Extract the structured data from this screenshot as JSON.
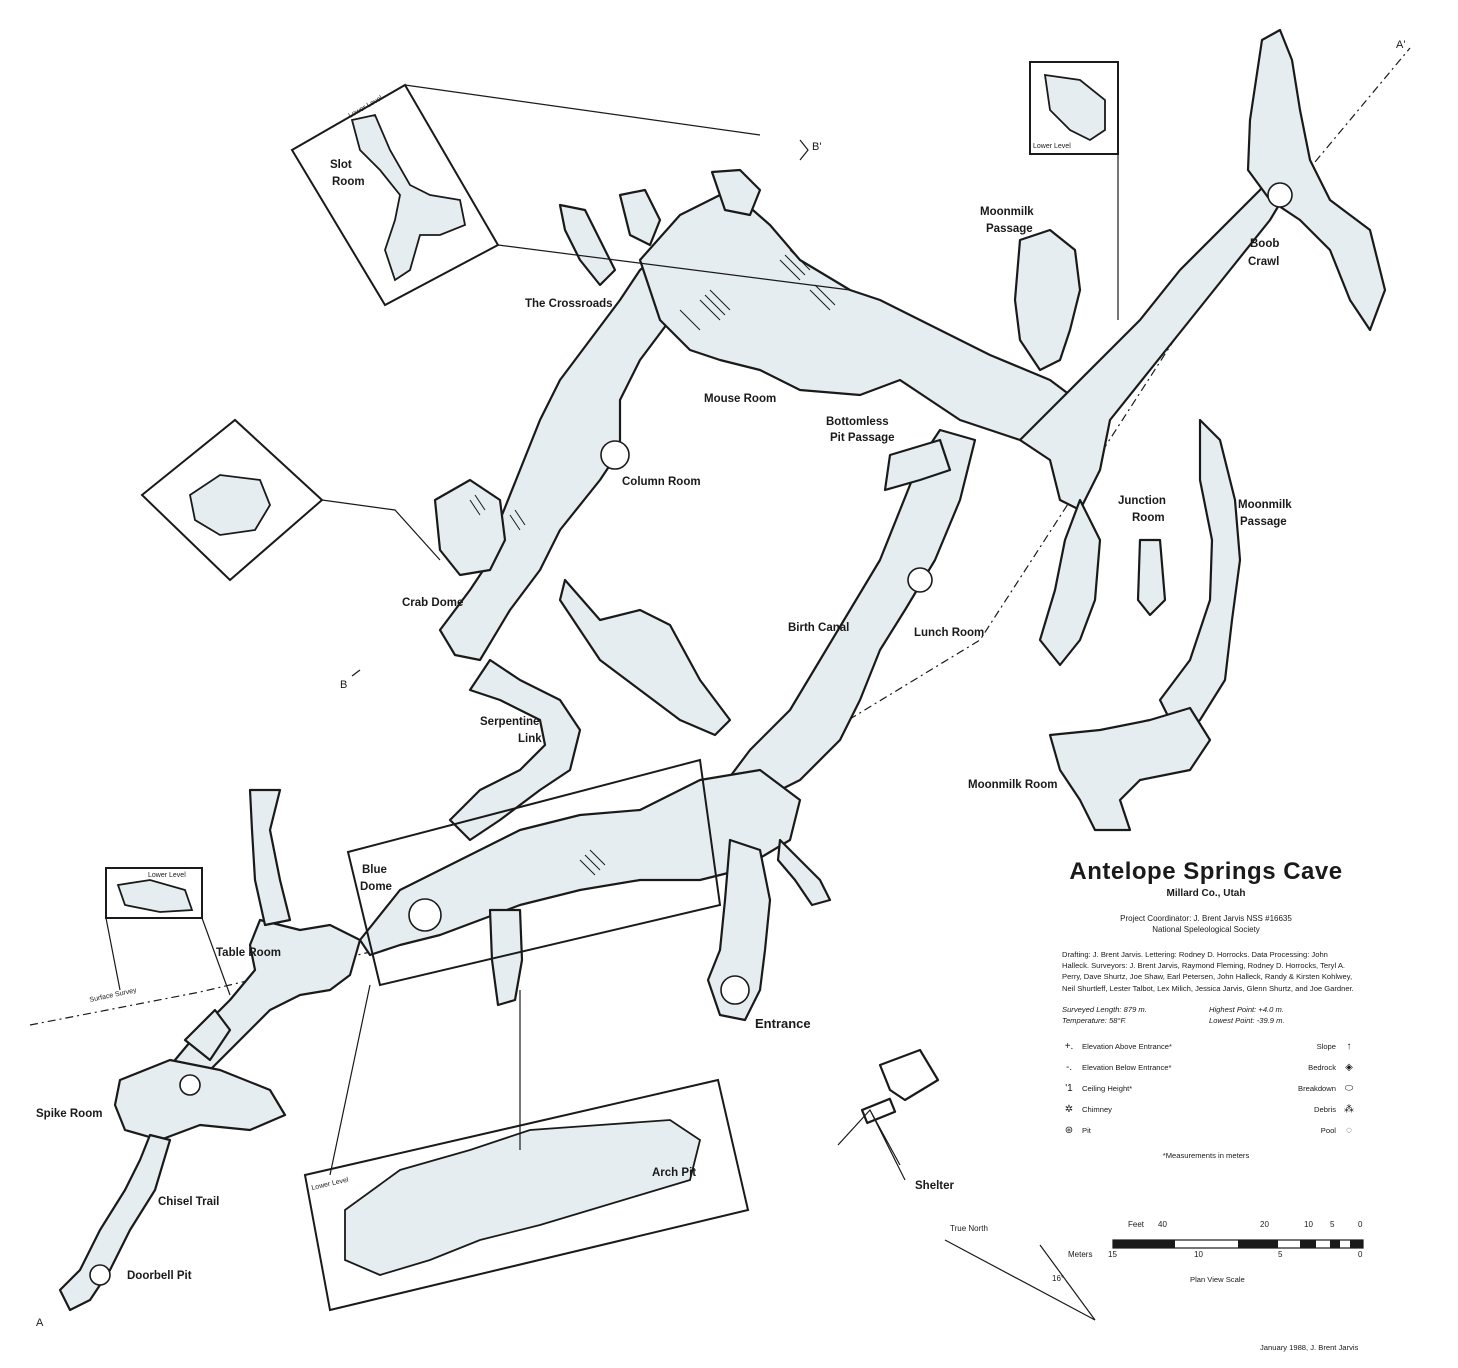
{
  "title": "Antelope Springs Cave",
  "subtitle": "Millard Co., Utah",
  "coordinator": "Project Coordinator: J. Brent Jarvis  NSS  #16635",
  "society": "National Speleological Society",
  "credits": "Drafting: J. Brent Jarvis. Lettering: Rodney D. Horrocks. Data Processing: John Halleck. Surveyors: J. Brent Jarvis, Raymond Fleming, Rodney D. Horrocks, Teryl A. Perry, Dave Shurtz, Joe Shaw, Earl Petersen, John Halleck, Randy & Kirsten Kohlwey, Neil Shurtleff, Lester Talbot, Lex Milich, Jessica Jarvis, Glenn Shurtz, and Joe Gardner.",
  "stats": {
    "length": "Surveyed Length: 879 m.",
    "high": "Highest Point: +4.0 m.",
    "temp": "Temperature: 58°F.",
    "low": "Lowest Point: -39.9 m."
  },
  "legend": {
    "elev_above": "Elevation Above Entrance*",
    "elev_below": "Elevation Below Entrance*",
    "ceiling": "Ceiling Height*",
    "chimney": "Chimney",
    "pit": "Pit",
    "slope": "Slope",
    "bedrock": "Bedrock",
    "breakdown": "Breakdown",
    "debris": "Debris",
    "pool": "Pool",
    "sym_above": "+.",
    "sym_below": "-.",
    "sym_ceiling": "'1",
    "sym_chimney": "✲",
    "sym_pit": "⊛",
    "sym_slope": "↑",
    "sym_bedrock": "◈",
    "sym_breakdown": "⬭",
    "sym_debris": "⁂",
    "sym_pool": "◌"
  },
  "measure_note": "*Measurements in meters",
  "scale": {
    "feet_label": "Feet",
    "feet": [
      "40",
      "20",
      "10",
      "5",
      "0"
    ],
    "meters_label": "Meters",
    "meters": [
      "15",
      "10",
      "5",
      "0"
    ],
    "caption": "Plan View Scale"
  },
  "north": {
    "label": "True North",
    "declination": "16°"
  },
  "date": "January 1988, J. Brent Jarvis",
  "map_labels": {
    "slot_room_1": "Slot",
    "slot_room_2": "Room",
    "moonmilk_passage_top_1": "Moonmilk",
    "moonmilk_passage_top_2": "Passage",
    "boob_crawl_1": "Boob",
    "boob_crawl_2": "Crawl",
    "crossroads": "The Crossroads",
    "mouse_room": "Mouse Room",
    "bottomless_1": "Bottomless",
    "bottomless_2": "Pit Passage",
    "column_room": "Column Room",
    "junction_1": "Junction",
    "junction_2": "Room",
    "moonmilk_passage_right_1": "Moonmilk",
    "moonmilk_passage_right_2": "Passage",
    "crab_dome": "Crab Dome",
    "birth_canal": "Birth Canal",
    "lunch_room": "Lunch Room",
    "serpentine_1": "Serpentine",
    "serpentine_2": "Link",
    "moonmilk_room": "Moonmilk Room",
    "blue_dome_1": "Blue",
    "blue_dome_2": "Dome",
    "table_room": "Table Room",
    "entrance": "Entrance",
    "spike_room": "Spike Room",
    "chisel_trail": "Chisel Trail",
    "doorbell_pit": "Doorbell Pit",
    "arch_pit": "Arch Pit",
    "shelter": "Shelter",
    "surface_survey": "Surface Survey",
    "lower_level": "Lower Level",
    "section_a": "A",
    "section_a_prime": "A'",
    "section_b": "B",
    "section_b_prime": "B'"
  }
}
